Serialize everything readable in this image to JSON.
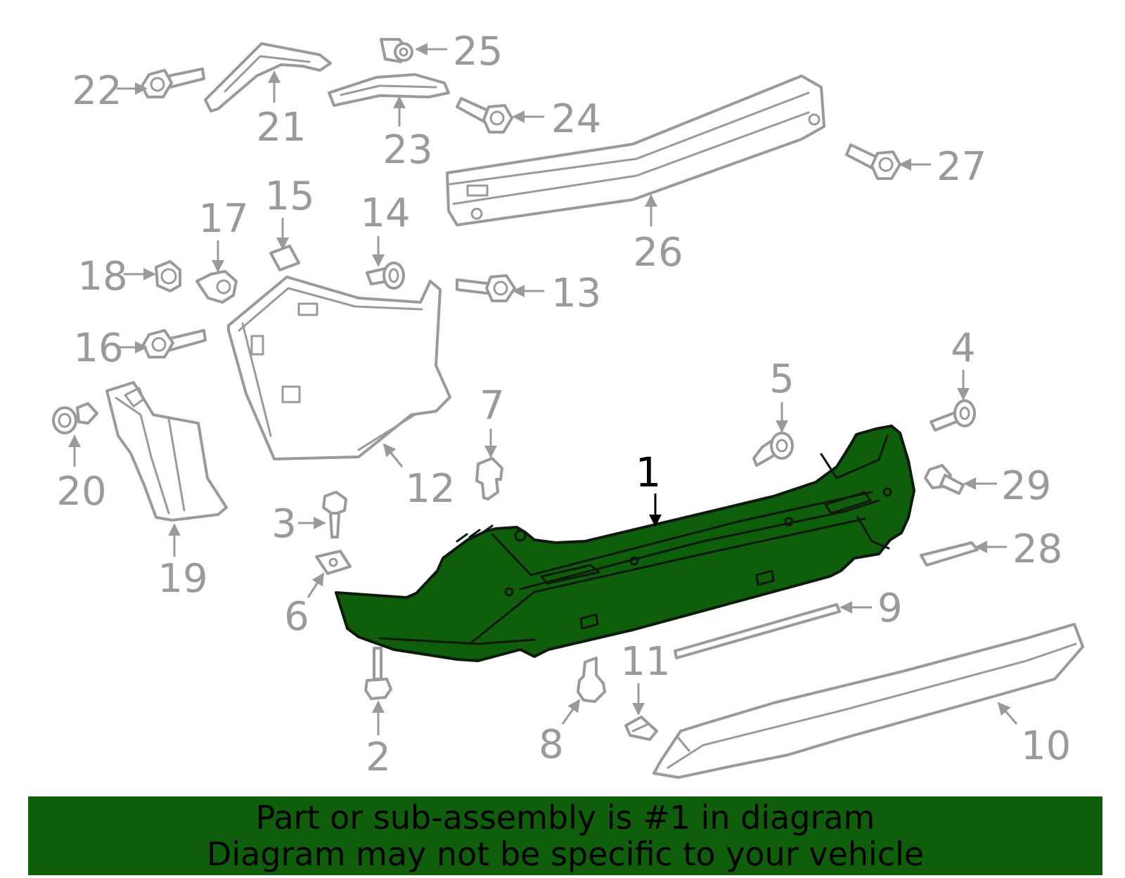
{
  "colors": {
    "highlight_part": "#0f5e0c",
    "banner_background": "#0f5e0c",
    "callout_gray": "#9a9a9a"
  },
  "main_part": {
    "callout": "1"
  },
  "callouts": [
    {
      "id": "c2",
      "label": "2"
    },
    {
      "id": "c3",
      "label": "3"
    },
    {
      "id": "c4",
      "label": "4"
    },
    {
      "id": "c5",
      "label": "5"
    },
    {
      "id": "c6",
      "label": "6"
    },
    {
      "id": "c7",
      "label": "7"
    },
    {
      "id": "c8",
      "label": "8"
    },
    {
      "id": "c9",
      "label": "9"
    },
    {
      "id": "c10",
      "label": "10"
    },
    {
      "id": "c11",
      "label": "11"
    },
    {
      "id": "c12",
      "label": "12"
    },
    {
      "id": "c13",
      "label": "13"
    },
    {
      "id": "c14",
      "label": "14"
    },
    {
      "id": "c15",
      "label": "15"
    },
    {
      "id": "c16",
      "label": "16"
    },
    {
      "id": "c17",
      "label": "17"
    },
    {
      "id": "c18",
      "label": "18"
    },
    {
      "id": "c19",
      "label": "19"
    },
    {
      "id": "c20",
      "label": "20"
    },
    {
      "id": "c21",
      "label": "21"
    },
    {
      "id": "c22",
      "label": "22"
    },
    {
      "id": "c23",
      "label": "23"
    },
    {
      "id": "c24",
      "label": "24"
    },
    {
      "id": "c25",
      "label": "25"
    },
    {
      "id": "c26",
      "label": "26"
    },
    {
      "id": "c27",
      "label": "27"
    },
    {
      "id": "c28",
      "label": "28"
    },
    {
      "id": "c29",
      "label": "29"
    }
  ],
  "banner": {
    "line1": "Part or sub-assembly is #1 in diagram",
    "line2": "Diagram may not be specific to your vehicle"
  }
}
